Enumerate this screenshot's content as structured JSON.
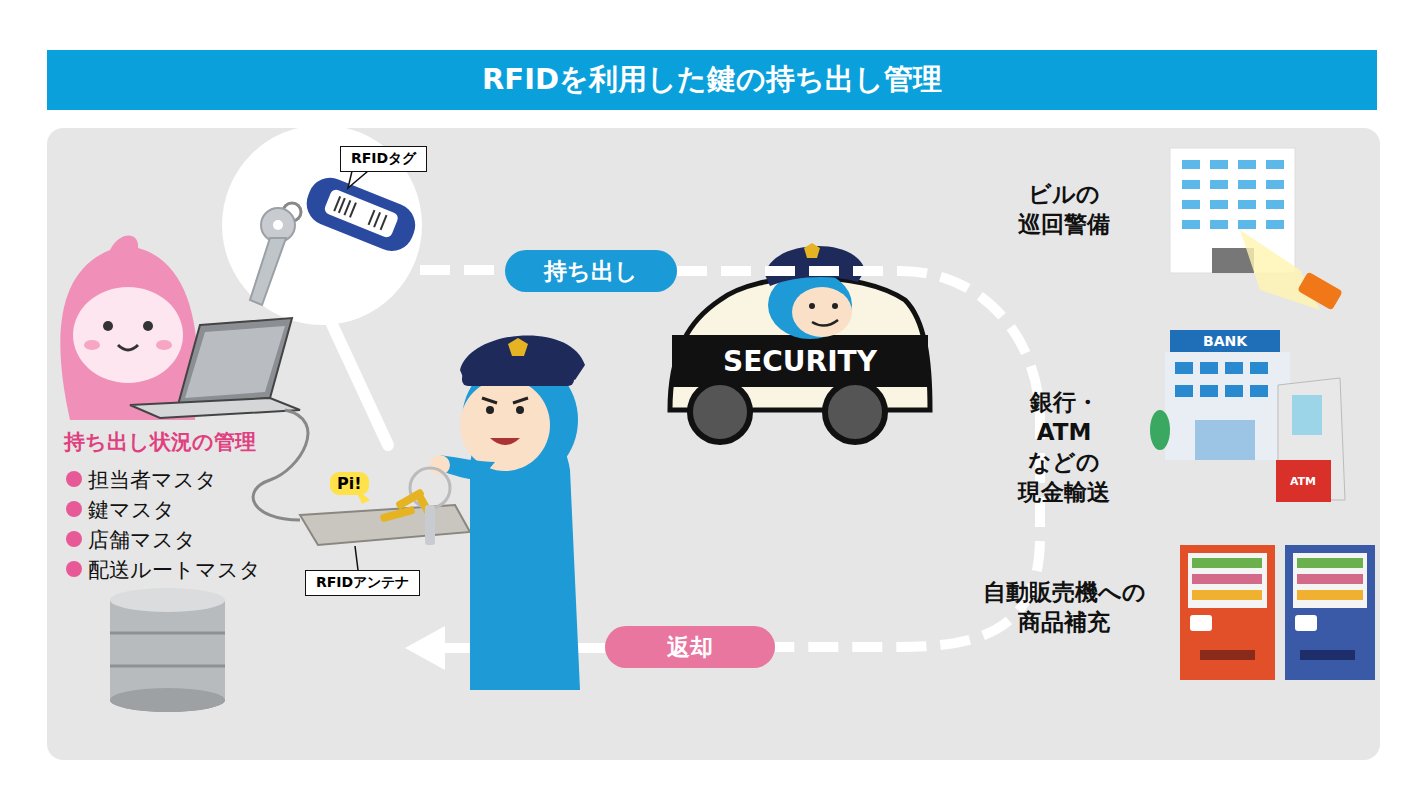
{
  "diagram": {
    "title": "RFIDを利用した鍵の持ち出し管理",
    "nodes": [
      {
        "text": [
          "RFIDタグ"
        ]
      },
      {
        "text": [
          "持ち出し"
        ]
      },
      {
        "text": [
          "返却"
        ]
      },
      {
        "text": [
          "Pi!"
        ]
      },
      {
        "text": [
          "RFIDアンテナ"
        ]
      }
    ],
    "edges": [
      {
        "from": 1,
        "to": 2,
        "arrow": "none"
      }
    ],
    "labels": [
      "持ち出し状況の管理",
      "担当者マスタ",
      "鍵マスタ",
      "店舗マスタ",
      "配送ルートマスタ",
      "SECURITY",
      "ビルの 巡回警備",
      "BANK",
      "銀行・ATM などの 現金輸送",
      "ATM",
      "自動販売機への 商品補充"
    ]
  }
}
